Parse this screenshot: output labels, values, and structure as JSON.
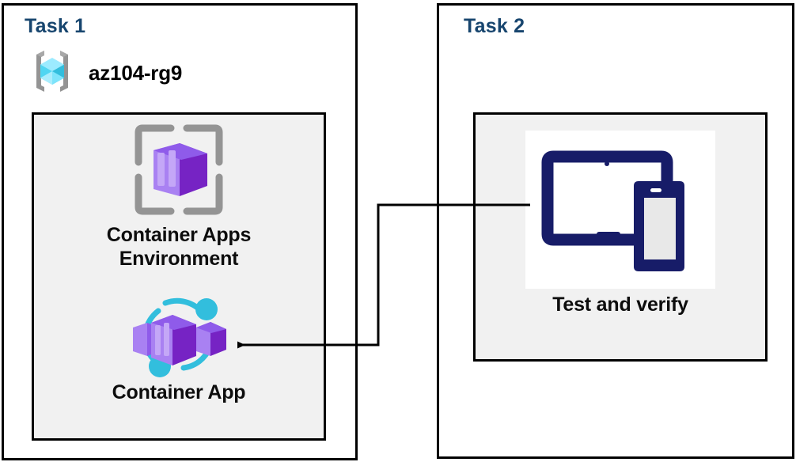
{
  "diagram": {
    "title_color": "#17456e",
    "background": "#ffffff",
    "panel_border_color": "#000000",
    "group_fill_color": "#f1f1f1"
  },
  "task1": {
    "title": "Task 1",
    "resource_group": {
      "name": "az104-rg9",
      "icon": "resource-group-icon"
    },
    "nodes": [
      {
        "id": "container-apps-environment",
        "label": "Container Apps\nEnvironment",
        "icon": "container-apps-environment-icon"
      },
      {
        "id": "container-app",
        "label": "Container App",
        "icon": "container-app-icon"
      }
    ]
  },
  "task2": {
    "title": "Task 2",
    "nodes": [
      {
        "id": "test-and-verify",
        "label": "Test and verify",
        "icon": "devices-test-icon"
      }
    ]
  },
  "connector": {
    "from": "test-and-verify",
    "to": "container-app",
    "arrow_color": "#000000",
    "direction": "right-to-left"
  },
  "palette": {
    "azure_purple_dark": "#7623c4",
    "azure_purple_mid": "#8f5bea",
    "azure_purple_light": "#a981f2",
    "azure_cyan": "#32bedd",
    "azure_cyan_light": "#9cebff",
    "icon_gray": "#949494",
    "navy": "#171c68"
  }
}
